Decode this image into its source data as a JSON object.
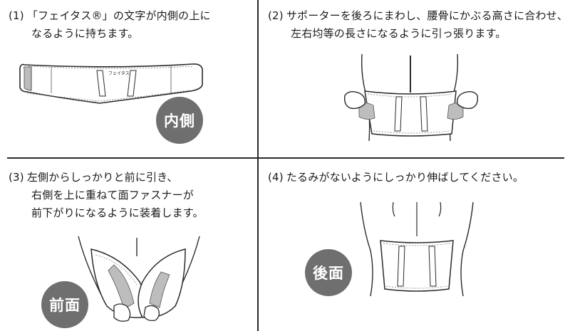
{
  "steps": [
    {
      "number": "(1)",
      "lines": [
        "「フェイタス®」の文字が内側の上に",
        "なるように持ちます。"
      ],
      "badge": "内側"
    },
    {
      "number": "(2)",
      "lines": [
        "サポーターを後ろにまわし、腰骨にかぶる高さに合わせ、",
        "左右均等の長さになるように引っ張ります。"
      ]
    },
    {
      "number": "(3)",
      "lines": [
        "左側からしっかりと前に引き、",
        "右側を上に重ねて面ファスナーが",
        "前下がりになるように装着します。"
      ],
      "badge": "前面"
    },
    {
      "number": "(4)",
      "lines": [
        "たるみがないようにしっかり伸ばしてください。"
      ],
      "badge": "後面"
    }
  ],
  "belt_label": "フェイタス"
}
